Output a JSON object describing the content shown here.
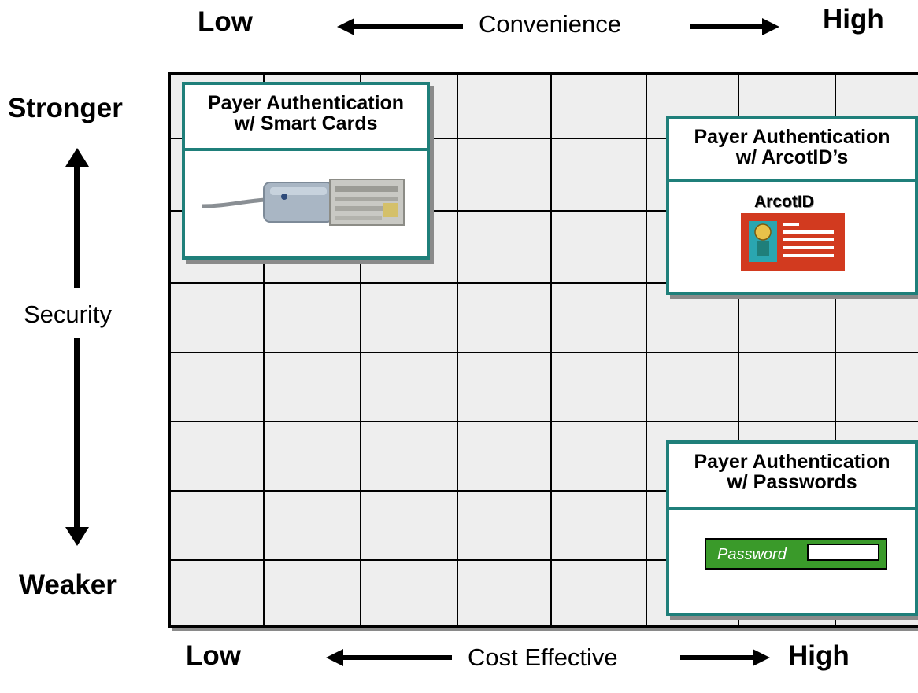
{
  "convenience_axis": {
    "low": "Low",
    "label": "Convenience",
    "high": "High"
  },
  "cost_axis": {
    "low": "Low",
    "label": "Cost Effective",
    "high": "High"
  },
  "security_axis": {
    "stronger": "Stronger",
    "label": "Security",
    "weaker": "Weaker"
  },
  "cards": {
    "smart_cards": {
      "line1": "Payer Authentication",
      "line2": "w/ Smart Cards"
    },
    "arcotids": {
      "line1": "Payer Authentication",
      "line2": "w/ ArcotID’s",
      "badge_title": "ArcotID"
    },
    "passwords": {
      "line1": "Payer Authentication",
      "line2": "w/ Passwords",
      "field_label": "Password"
    }
  },
  "colors": {
    "card_border": "#1f7f7a",
    "grid_background": "#eeeeee",
    "password_field": "#3a9a2a",
    "arcot_badge": "#d23a1f"
  }
}
